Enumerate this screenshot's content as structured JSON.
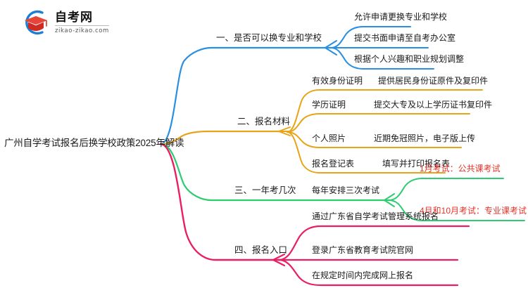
{
  "logo": {
    "title": "自考网",
    "subtitle": "zikao-zikao.com",
    "mark_icon": "graduation-cap-icon",
    "ring_color": "#1d7fd4",
    "cap_color": "#e0372c"
  },
  "mindmap": {
    "root": {
      "label": "广州自学考试报名后换学校政策2025年解读"
    },
    "branches": [
      {
        "index": 1,
        "label": "一、是否可以换专业和学校",
        "color": "#2a8fe0",
        "children": [
          {
            "label": "允许申请更换专业和学校",
            "detail": ""
          },
          {
            "label": "提交书面申请至自考办公室",
            "detail": ""
          },
          {
            "label": "根据个人兴趣和职业规划调整",
            "detail": ""
          }
        ]
      },
      {
        "index": 2,
        "label": "二、报名材料",
        "color": "#e8a317",
        "children": [
          {
            "label": "有效身份证明",
            "detail": "提供居民身份证原件及复印件"
          },
          {
            "label": "学历证明",
            "detail": "提交大专及以上学历证书复印件"
          },
          {
            "label": "个人照片",
            "detail": "近期免冠照片，电子版上传"
          },
          {
            "label": "报名登记表",
            "detail": "填写并打印报名表"
          }
        ]
      },
      {
        "index": 3,
        "label": "三、一年考几次",
        "color": "#2ecc71",
        "children": [
          {
            "label": "每年安排三次考试",
            "detail": "",
            "grandchildren": [
              {
                "label": "1月考试：公共课考试",
                "color": "#e8332a"
              },
              {
                "label": "4月和10月考试：专业课考试",
                "color": "#e8332a"
              }
            ]
          }
        ]
      },
      {
        "index": 4,
        "label": "四、报名入口",
        "color": "#e91e63",
        "children": [
          {
            "label": "通过广东省自学考试管理系统报名",
            "detail": ""
          },
          {
            "label": "登录广东省教育考试院官网",
            "detail": ""
          },
          {
            "label": "在规定时间内完成网上报名",
            "detail": ""
          }
        ]
      }
    ]
  }
}
